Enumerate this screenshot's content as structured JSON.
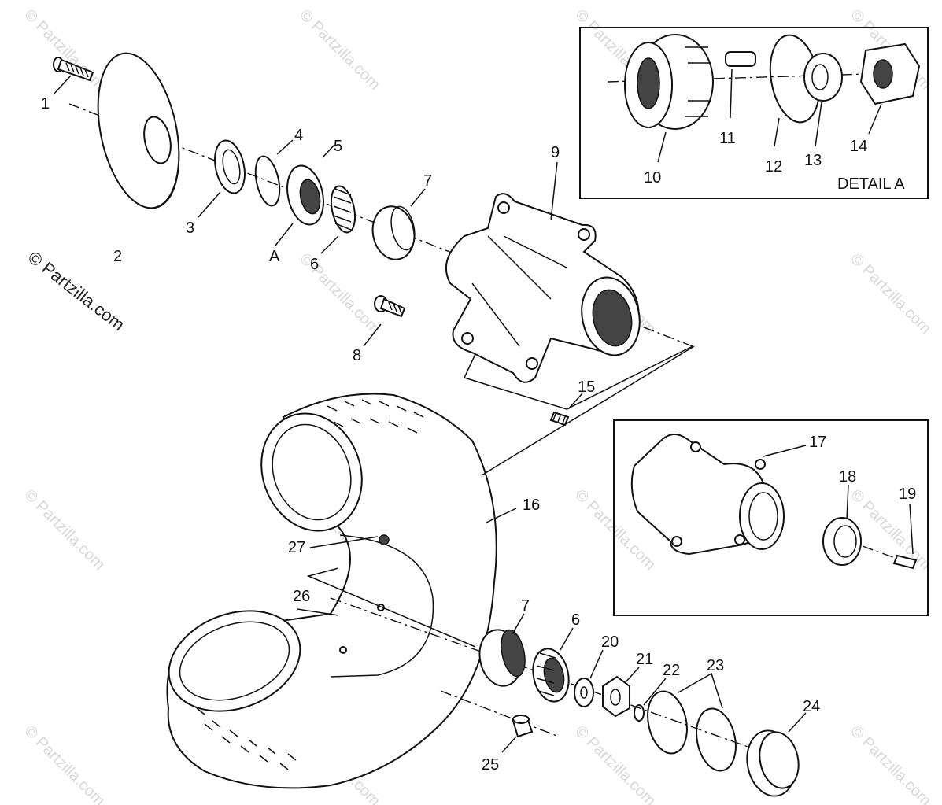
{
  "watermark": {
    "side_text": "© Partzilla.com",
    "tile_text": "© Partzilla.com"
  },
  "callouts": {
    "c1": "1",
    "c2": "2",
    "c3": "3",
    "c4": "4",
    "c5": "5",
    "cA": "A",
    "c6": "6",
    "c7": "7",
    "c8": "8",
    "c9": "9",
    "c10": "10",
    "c11": "11",
    "c12": "12",
    "c13": "13",
    "c14": "14",
    "c15": "15",
    "c16": "16",
    "c17": "17",
    "c18": "18",
    "c19": "19",
    "c6b": "6",
    "c7b": "7",
    "c20": "20",
    "c21": "21",
    "c22": "22",
    "c23": "23",
    "c24": "24",
    "c25": "25",
    "c26": "26",
    "c27": "27"
  },
  "detail_box": {
    "title": "DETAIL A"
  }
}
